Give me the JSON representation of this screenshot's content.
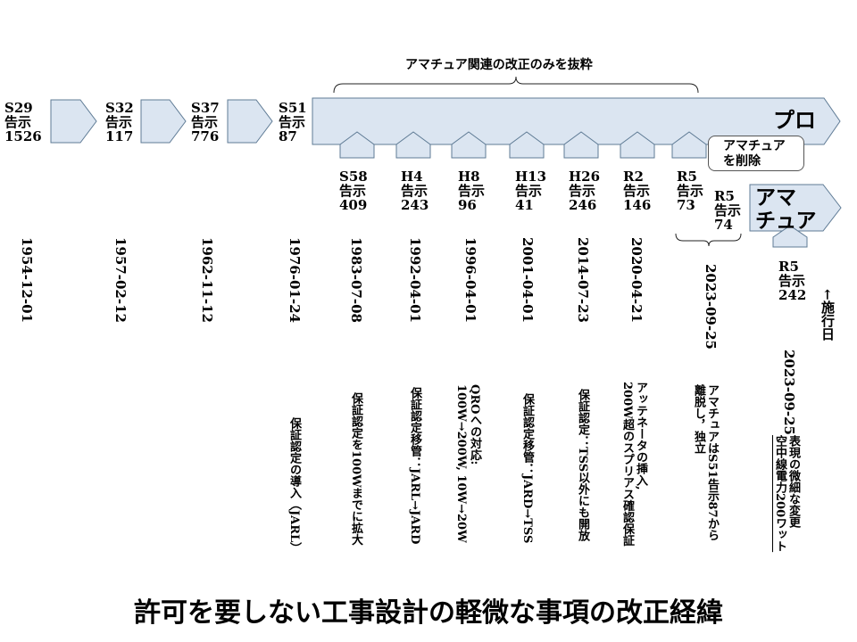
{
  "title": "許可を要しない工事設計の軽微な事項の改正経緯",
  "scope_note": "アマチュア関連の改正のみを抜粋",
  "notices": [
    {
      "era": "S29",
      "kind": "告示",
      "no": "1526",
      "date": "1954-12-01",
      "note": ""
    },
    {
      "era": "S32",
      "kind": "告示",
      "no": "117",
      "date": "1957-02-12",
      "note": ""
    },
    {
      "era": "S37",
      "kind": "告示",
      "no": "776",
      "date": "1962-11-12",
      "note": ""
    },
    {
      "era": "S51",
      "kind": "告示",
      "no": "87",
      "date": "1976-01-24",
      "note": "保証認定の導入（JARL）"
    },
    {
      "era": "S58",
      "kind": "告示",
      "no": "409",
      "date": "1983-07-08",
      "note": "保証認定を100Wまでに拡大"
    },
    {
      "era": "H4",
      "kind": "告示",
      "no": "243",
      "date": "1992-04-01",
      "note": "保証認定移管：JARL→JARD"
    },
    {
      "era": "H8",
      "kind": "告示",
      "no": "96",
      "date": "1996-04-01",
      "note": "QROへの対応:",
      "note2": "100W→200W, 10W→20W"
    },
    {
      "era": "H13",
      "kind": "告示",
      "no": "41",
      "date": "2001-04-01",
      "note": "保証認定移管：JARD→TSS"
    },
    {
      "era": "H26",
      "kind": "告示",
      "no": "246",
      "date": "2014-07-23",
      "note": "保証認定：TSS以外にも開放"
    },
    {
      "era": "R2",
      "kind": "告示",
      "no": "146",
      "date": "2020-04-21",
      "note": "アッテネータの挿入,",
      "note2": "200W超のスプリアス確認保証"
    },
    {
      "era": "R5",
      "kind": "告示",
      "no": "73",
      "date": "2023-09-25",
      "note": "アマチュアはS51告示87から",
      "note2": "離脱し，独立"
    },
    {
      "era": "R5",
      "kind": "告示",
      "no": "74"
    },
    {
      "era": "R5",
      "kind": "告示",
      "no": "242",
      "date": "2023-09-25",
      "note": "表現の微細な変更",
      "note2": "空中線電力200ワット"
    }
  ],
  "pro_label": "プロ",
  "ama_label_1": "アマ",
  "ama_label_2": "チュア",
  "callout_1": "アマチュア",
  "callout_2": "を削除",
  "enforce_arrow": "←",
  "enforce_label": "施行日",
  "colors": {
    "shape_fill": "#dbe5f1",
    "shape_stroke": "#5f7b95"
  }
}
